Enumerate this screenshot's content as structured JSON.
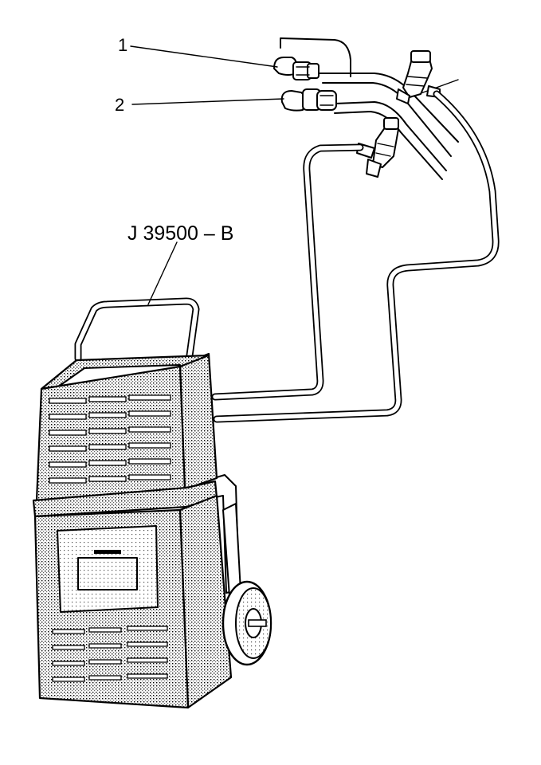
{
  "callouts": [
    {
      "id": "1",
      "label": "1"
    },
    {
      "id": "2",
      "label": "2"
    }
  ],
  "tool": {
    "label": "J 39500 – B"
  }
}
